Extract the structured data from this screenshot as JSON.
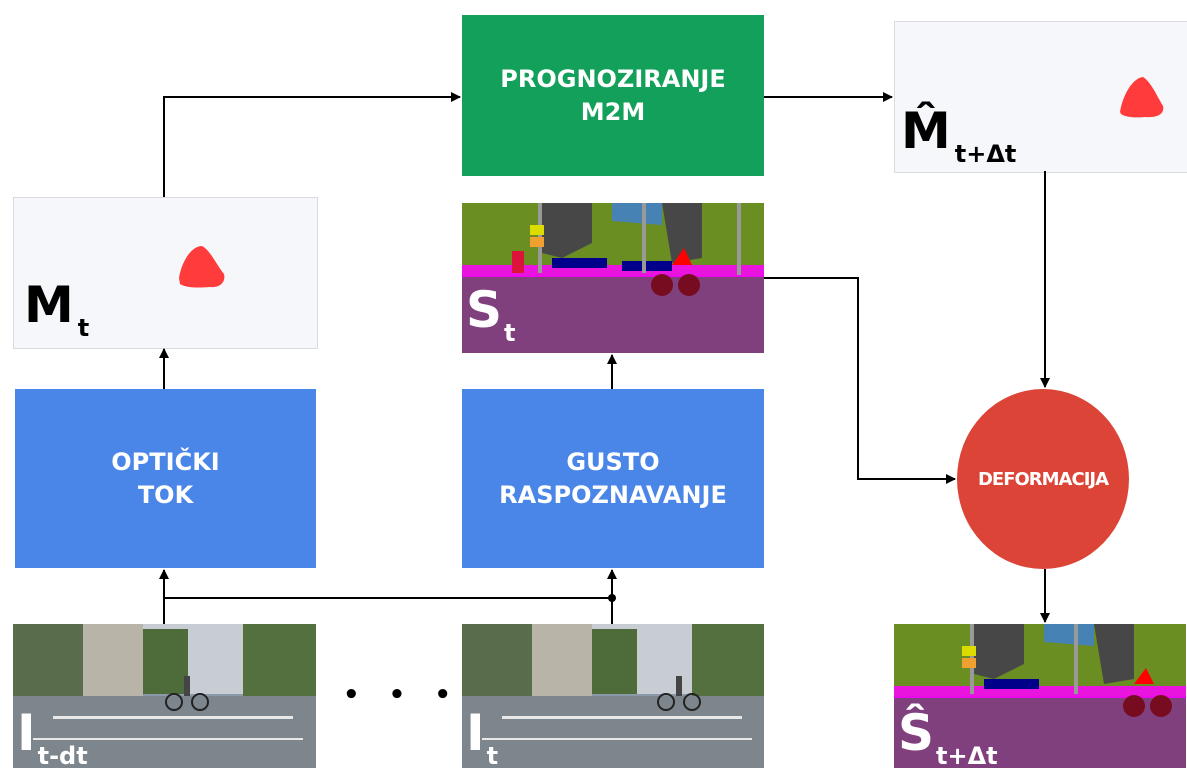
{
  "boxes": {
    "forecast": "PROGNOZIRANJE\nM2M",
    "optical_flow": "OPTIČKI\nTOK",
    "dense": "GUSTO\nRASPOZNAVANJE",
    "warp": "DEFORMACIJA"
  },
  "labels": {
    "m_t": {
      "main": "M",
      "sub": "t"
    },
    "m_hat": {
      "main": "M̂",
      "sub": "t+Δt"
    },
    "s_t": {
      "main": "S",
      "sub": "t"
    },
    "s_hat": {
      "main": "Ŝ",
      "sub": "t+Δt"
    },
    "i_tdt": {
      "main": "I",
      "sub": "t-dt"
    },
    "i_t": {
      "main": "I",
      "sub": "t"
    }
  },
  "ellipsis": "• • •",
  "colors": {
    "blue": "#4a86e8",
    "green": "#12a05a",
    "red": "#dc4437",
    "road": "#80407e",
    "vegetation": "#6b8e23",
    "building": "#474747",
    "sky": "#4682b4",
    "person": "#dc143c",
    "bicycle": "#770b20"
  }
}
